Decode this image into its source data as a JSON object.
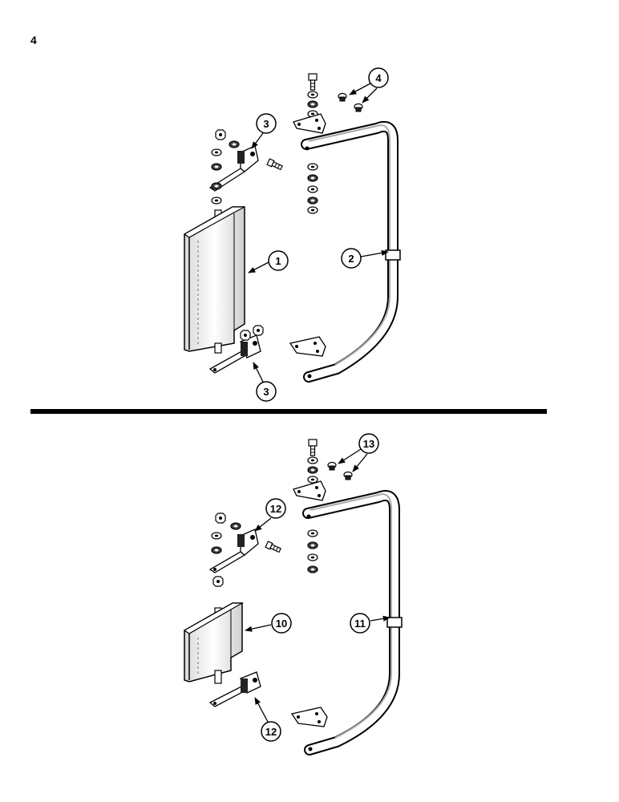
{
  "page": {
    "number": "4"
  },
  "diagram_data": {
    "type": "exploded-parts-diagram",
    "upper_assembly": {
      "callouts": [
        {
          "id": "c1",
          "label": "1"
        },
        {
          "id": "c2",
          "label": "2"
        },
        {
          "id": "c3a",
          "label": "3"
        },
        {
          "id": "c3b",
          "label": "3"
        },
        {
          "id": "c4",
          "label": "4"
        }
      ]
    },
    "lower_assembly": {
      "callouts": [
        {
          "id": "c10",
          "label": "10"
        },
        {
          "id": "c11",
          "label": "11"
        },
        {
          "id": "c12a",
          "label": "12"
        },
        {
          "id": "c12b",
          "label": "12"
        },
        {
          "id": "c13",
          "label": "13"
        }
      ]
    }
  },
  "colors": {
    "ink": "#000000",
    "paper": "#ffffff",
    "shade": "#bdbdbd"
  }
}
